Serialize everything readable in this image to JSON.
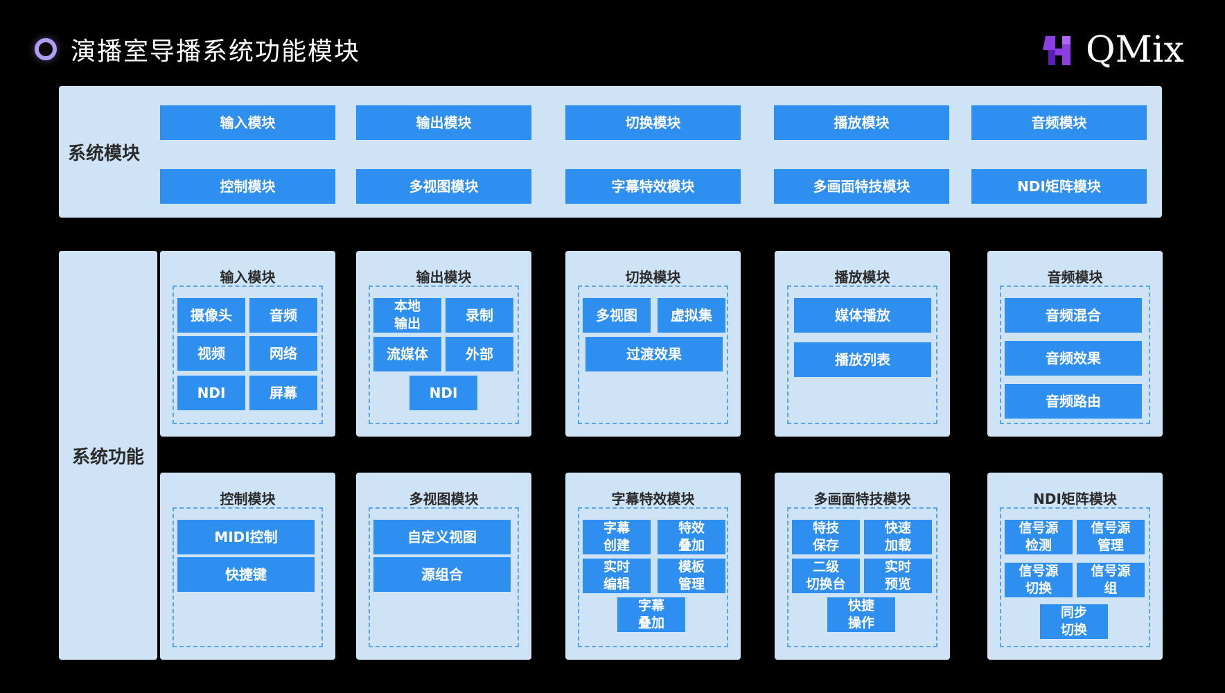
{
  "title": "演播室导播系统功能模块",
  "logo": {
    "text": "QMix",
    "accent": "#8b3fe0"
  },
  "colors": {
    "background": "#000000",
    "panel": "#cfe3f7",
    "box": "#2e8ff0",
    "dash": "#58a3ea"
  },
  "system_modules": {
    "label": "系统模块",
    "rows": [
      [
        "输入模块",
        "输出模块",
        "切换模块",
        "播放模块",
        "音频模块"
      ],
      [
        "控制模块",
        "多视图模块",
        "字幕特效模块",
        "多画面特技模块",
        "NDI矩阵模块"
      ]
    ]
  },
  "system_functions": {
    "label": "系统功能",
    "cards": [
      {
        "title": "输入模块",
        "items": [
          "摄像头",
          "音频",
          "视频",
          "网络",
          "NDI",
          "屏幕"
        ]
      },
      {
        "title": "输出模块",
        "items": [
          "本地\n输出",
          "录制",
          "流媒体",
          "外部",
          "NDI"
        ]
      },
      {
        "title": "切换模块",
        "items": [
          "多视图",
          "虚拟集",
          "过渡效果"
        ]
      },
      {
        "title": "播放模块",
        "items": [
          "媒体播放",
          "播放列表"
        ]
      },
      {
        "title": "音频模块",
        "items": [
          "音频混合",
          "音频效果",
          "音频路由"
        ]
      },
      {
        "title": "控制模块",
        "items": [
          "MIDI控制",
          "快捷键"
        ]
      },
      {
        "title": "多视图模块",
        "items": [
          "自定义视图",
          "源组合"
        ]
      },
      {
        "title": "字幕特效模块",
        "items": [
          "字幕\n创建",
          "特效\n叠加",
          "实时\n编辑",
          "模板\n管理",
          "字幕\n叠加"
        ]
      },
      {
        "title": "多画面特技模块",
        "items": [
          "特技\n保存",
          "快速\n加载",
          "二级\n切换台",
          "实时\n预览",
          "快捷\n操作"
        ]
      },
      {
        "title": "NDI矩阵模块",
        "items": [
          "信号源\n检测",
          "信号源\n管理",
          "信号源\n切换",
          "信号源\n组",
          "同步\n切换"
        ]
      }
    ]
  }
}
